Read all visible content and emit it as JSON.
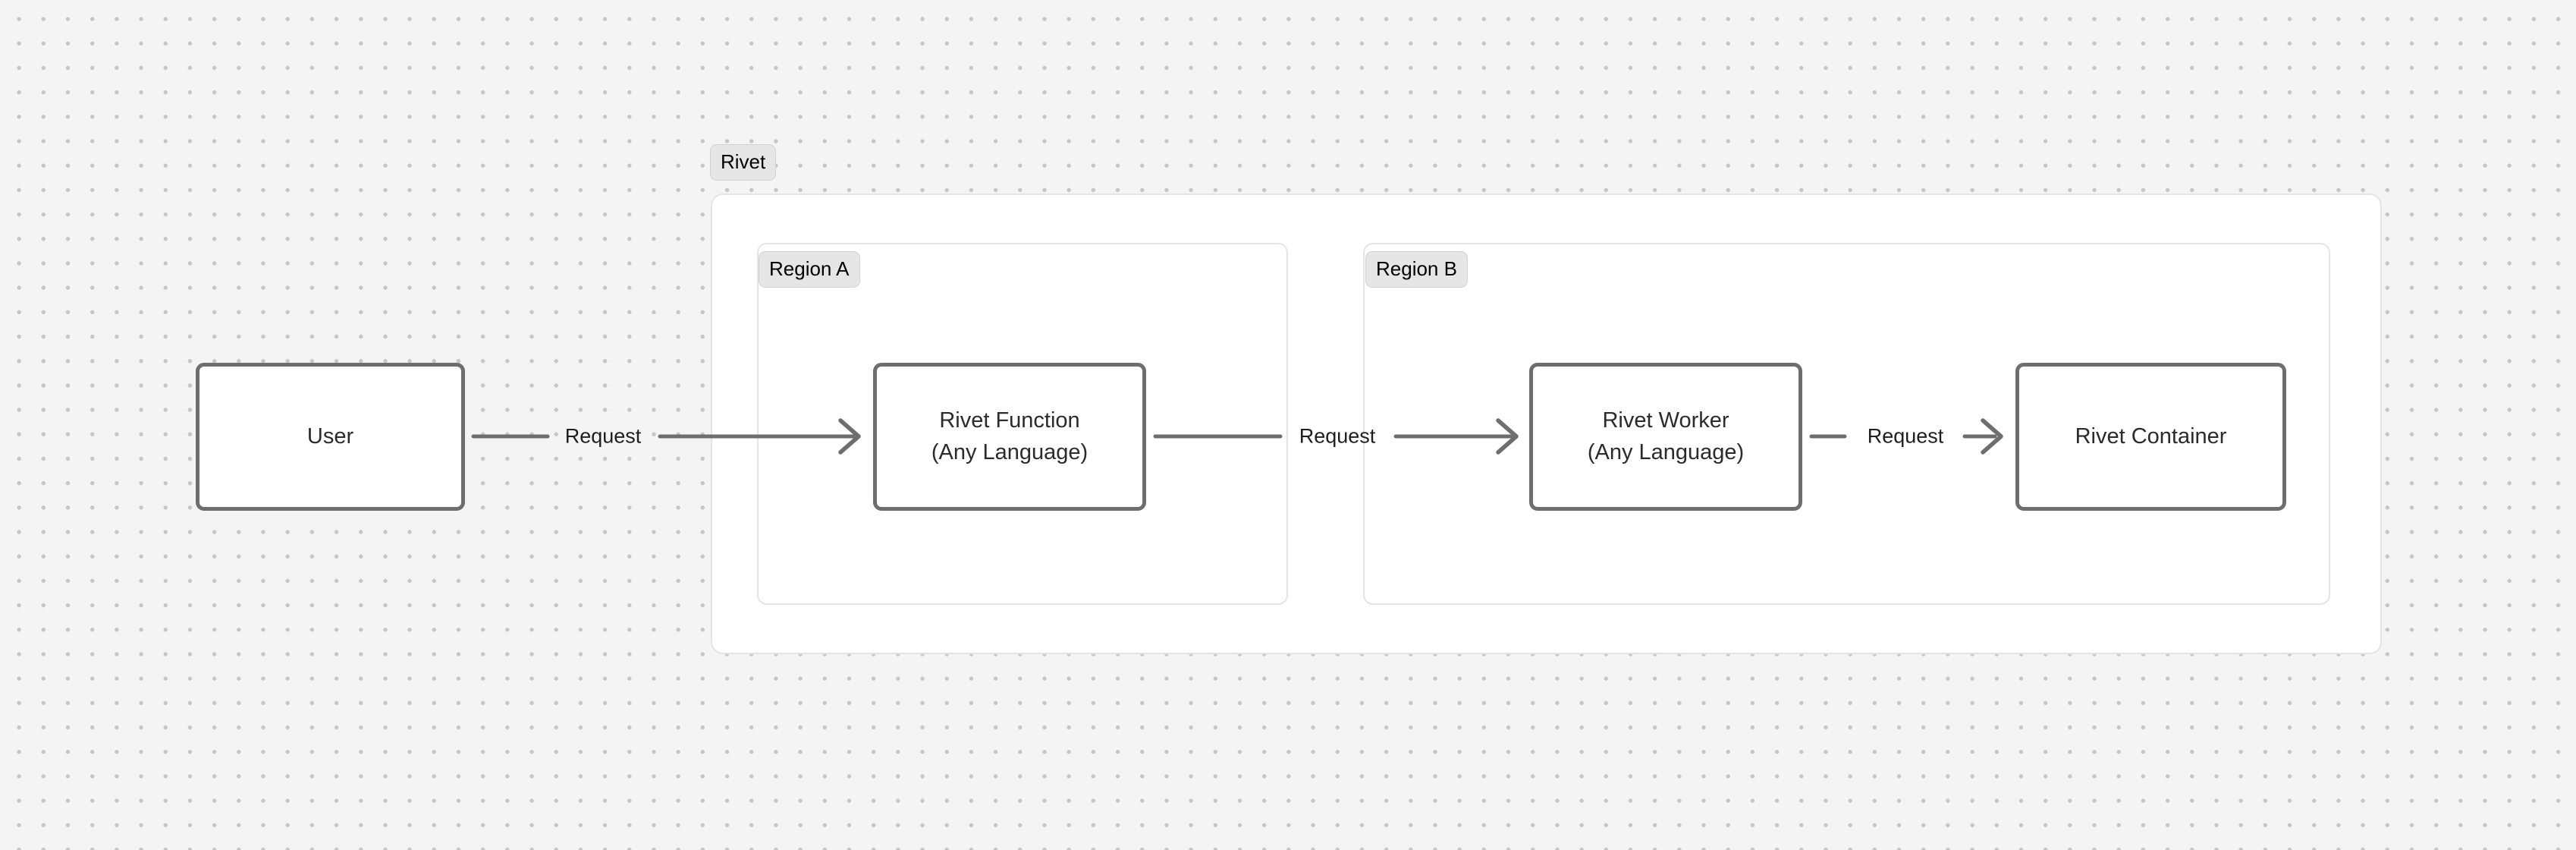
{
  "diagram": {
    "type": "flowchart",
    "direction": "left-to-right",
    "background": {
      "color": "#f4f4f4",
      "pattern": "dot-grid",
      "dot_color": "#c6c6c9"
    },
    "groups": [
      {
        "id": "rivet",
        "label": "Rivet",
        "fill": "#ffffff",
        "border_color": "#e4e4e4"
      },
      {
        "id": "region-a",
        "label": "Region A",
        "fill": "#ffffff",
        "border_color": "#e4e4e4"
      },
      {
        "id": "region-b",
        "label": "Region B",
        "fill": "#ffffff",
        "border_color": "#e4e4e4"
      }
    ],
    "nodes": [
      {
        "id": "user",
        "line1": "User",
        "line2": "",
        "group": null,
        "fill": "#ffffff",
        "border_color": "#6e6e6e"
      },
      {
        "id": "rivet-function",
        "line1": "Rivet Function",
        "line2": "(Any Language)",
        "group": "region-a",
        "fill": "#ffffff",
        "border_color": "#6e6e6e"
      },
      {
        "id": "rivet-worker",
        "line1": "Rivet Worker",
        "line2": "(Any Language)",
        "group": "region-b",
        "fill": "#ffffff",
        "border_color": "#6e6e6e"
      },
      {
        "id": "rivet-container",
        "line1": "Rivet Container",
        "line2": "",
        "group": "region-b",
        "fill": "#ffffff",
        "border_color": "#6e6e6e"
      }
    ],
    "edges": [
      {
        "id": "edge-1",
        "from": "user",
        "to": "rivet-function",
        "label": "Request",
        "arrowhead": "open-chevron",
        "color": "#6e6e6e"
      },
      {
        "id": "edge-2",
        "from": "rivet-function",
        "to": "rivet-worker",
        "label": "Request",
        "arrowhead": "open-chevron",
        "color": "#6e6e6e"
      },
      {
        "id": "edge-3",
        "from": "rivet-worker",
        "to": "rivet-container",
        "label": "Request",
        "arrowhead": "open-chevron",
        "color": "#6e6e6e"
      }
    ]
  }
}
